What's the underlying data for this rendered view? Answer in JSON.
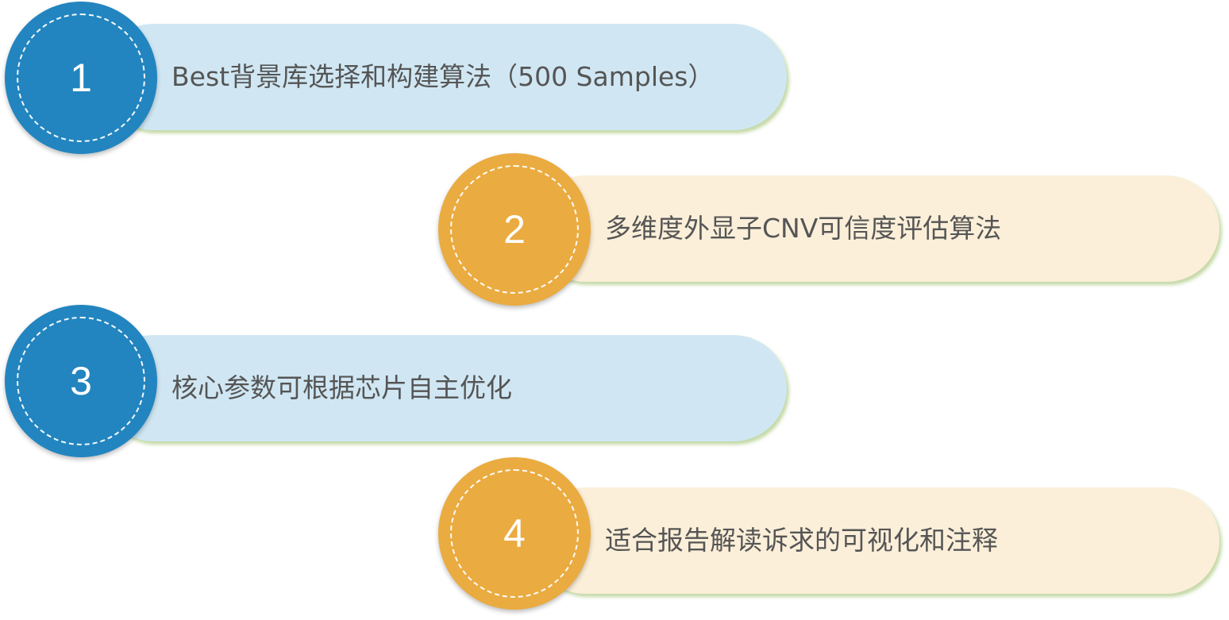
{
  "colors": {
    "blue_circle": "#2285c0",
    "blue_pill": "#d0e7f3",
    "orange_circle": "#eaab40",
    "orange_pill": "#fbefd9",
    "text": "#555555"
  },
  "items": [
    {
      "number": "1",
      "text": "Best背景库选择和构建算法（500 Samples）",
      "theme": "blue"
    },
    {
      "number": "2",
      "text": "多维度外显子CNV可信度评估算法",
      "theme": "orange"
    },
    {
      "number": "3",
      "text": "核心参数可根据芯片自主优化",
      "theme": "blue"
    },
    {
      "number": "4",
      "text": "适合报告解读诉求的可视化和注释",
      "theme": "orange"
    }
  ]
}
